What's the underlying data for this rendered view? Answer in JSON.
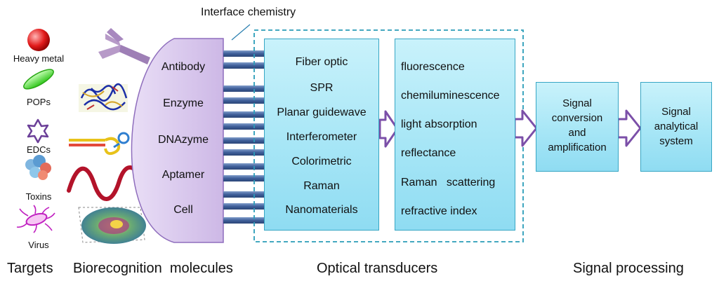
{
  "interface_label": "Interface chemistry",
  "targets": [
    "Heavy metal",
    "POPs",
    "EDCs",
    "Toxins",
    "Virus"
  ],
  "biorecognition": [
    "Antibody",
    "Enzyme",
    "DNAzyme",
    "Aptamer",
    "Cell"
  ],
  "transducer_types": [
    "Fiber optic",
    "SPR",
    "Planar guidewave",
    "Interferometer",
    "Colorimetric",
    "Raman",
    "Nanomaterials"
  ],
  "signal_types": [
    "fluorescence",
    "chemiluminescence",
    "light absorption",
    "reflectance",
    "Raman   scattering",
    "refractive index"
  ],
  "conversion_lines": [
    "Signal",
    "conversion",
    "and",
    "amplification"
  ],
  "analytical_lines": [
    "Signal",
    "analytical",
    "system"
  ],
  "footer": {
    "targets": "Targets",
    "biorecognition": "Biorecognition  molecules",
    "optical": "Optical transducers",
    "signal": "Signal processing"
  },
  "colors": {
    "box_fill": "#a7e6f6",
    "box_border": "#37a6c4",
    "dashed_border": "#2a9cb8",
    "arrow_fill": "#ffffff",
    "arrow_stroke": "#7b4fa8",
    "biorecognition_fill": "#d9c9ec",
    "connector_bar": "#3f5f9a"
  }
}
